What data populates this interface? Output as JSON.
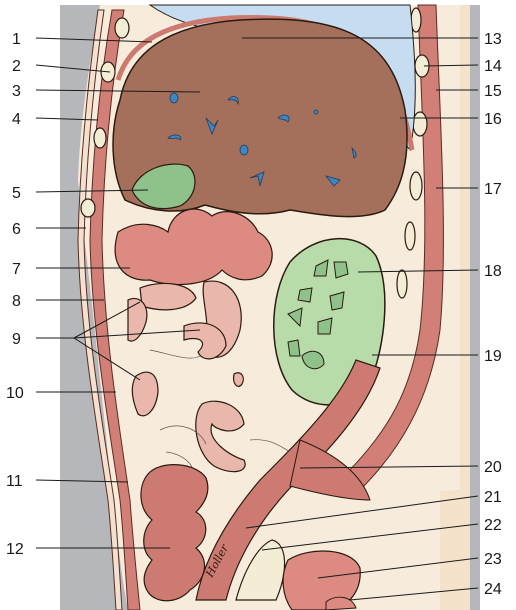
{
  "figure": {
    "labels_left": [
      "1",
      "2",
      "3",
      "4",
      "5",
      "6",
      "7",
      "8",
      "9",
      "10",
      "11",
      "12"
    ],
    "labels_right": [
      "13",
      "14",
      "15",
      "16",
      "17",
      "18",
      "19",
      "20",
      "21",
      "22",
      "23",
      "24"
    ],
    "signature": "Holler"
  },
  "colors": {
    "background_gray": "#b5b7bb",
    "skin": "#f4e2ca",
    "lung": "#c6ddf1",
    "liver": "#a5705b",
    "vessel": "#3d86c6",
    "gallbladder": "#8fc28a",
    "kidney": "#b8dca9",
    "muscle": "#cd7a72",
    "bowel": "#dc8a82",
    "bowel_light": "#e9b7ab",
    "fat": "#f7ebdb",
    "bone": "#f3edd6"
  }
}
